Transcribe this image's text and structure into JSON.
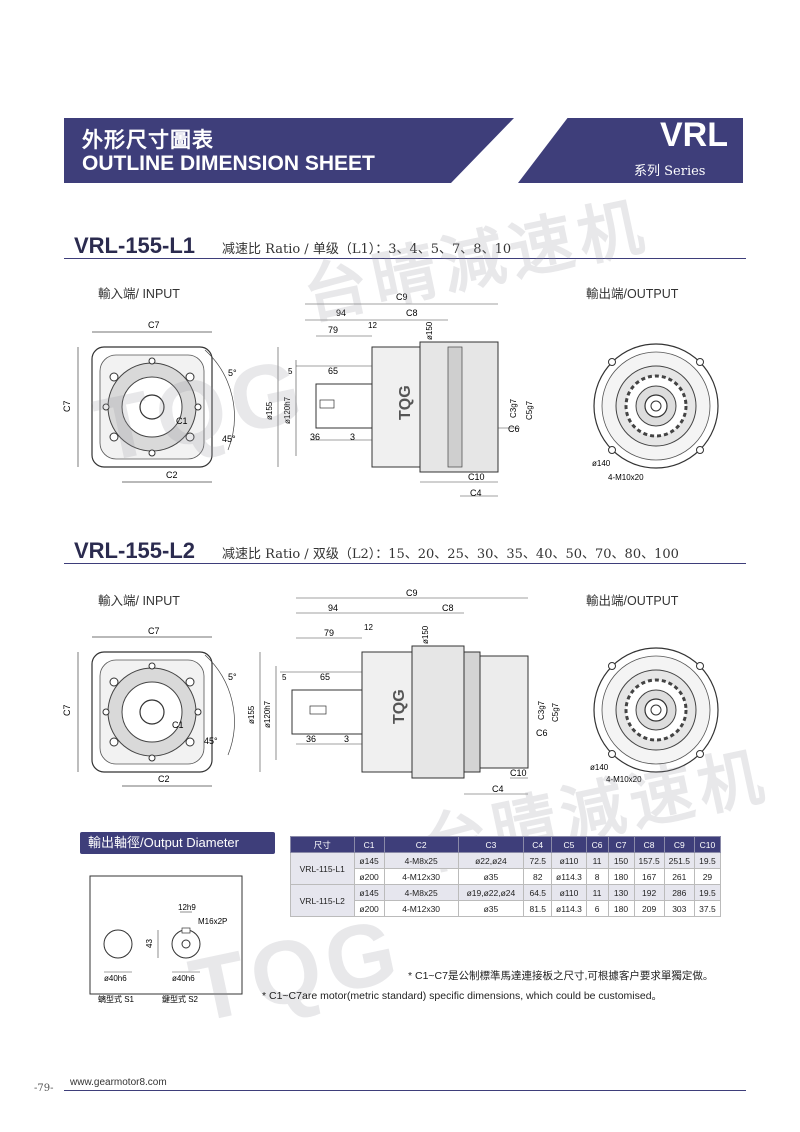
{
  "header": {
    "title_cn": "外形尺寸圖表",
    "title_en": "OUTLINE DIMENSION SHEET",
    "series_code": "VRL",
    "series_label": "系列 Series"
  },
  "sections": [
    {
      "model": "VRL-155-L1",
      "ratio": "减速比 Ratio / 单级（L1）：3、4、5、7、8、10",
      "input_label": "輸入端/ INPUT",
      "output_label": "輸出端/OUTPUT"
    },
    {
      "model": "VRL-155-L2",
      "ratio": "减速比 Ratio / 双级（L2）：15、20、25、30、35、40、50、70、80、100",
      "input_label": "輸入端/ INPUT",
      "output_label": "輸出端/OUTPUT"
    }
  ],
  "dims": {
    "c7": "C7",
    "c1": "C1",
    "c2": "C2",
    "angle": "45°",
    "angle2": "5°",
    "c9": "C9",
    "c8": "C8",
    "d94": "94",
    "d79": "79",
    "d12": "12",
    "d150": "ø150",
    "d5": "5",
    "d65": "65",
    "d155": "ø155",
    "d120": "ø120h7",
    "d36": "36",
    "d3": "3",
    "c3": "C3g7",
    "c5": "C5g7",
    "c6": "C6",
    "c10": "C10",
    "c4": "C4",
    "d140": "ø140",
    "m10": "4-M10x20",
    "brand": "TQG"
  },
  "output_diameter": {
    "tab_label": "輸出軸徑/Output Diameter",
    "d12": "12h9",
    "m16": "M16x2P",
    "d43": "43",
    "d40a": "ø40h6",
    "d40b": "ø40h6",
    "s1_label": "螭型式  S1",
    "s2_label": "鍵型式  S2"
  },
  "spec_table": {
    "headers": [
      "尺寸",
      "C1",
      "C2",
      "C3",
      "C4",
      "C5",
      "C6",
      "C7",
      "C8",
      "C9",
      "C10"
    ],
    "groups": [
      {
        "model": "VRL-115-L1",
        "rows": [
          [
            "ø145",
            "4-M8x25",
            "ø22,ø24",
            "72.5",
            "ø110",
            "11",
            "150",
            "157.5",
            "251.5",
            "19.5"
          ],
          [
            "ø200",
            "4-M12x30",
            "ø35",
            "82",
            "ø114.3",
            "8",
            "180",
            "167",
            "261",
            "29"
          ]
        ]
      },
      {
        "model": "VRL-115-L2",
        "rows": [
          [
            "ø145",
            "4-M8x25",
            "ø19,ø22,ø24",
            "64.5",
            "ø110",
            "11",
            "130",
            "192",
            "286",
            "19.5"
          ],
          [
            "ø200",
            "4-M12x30",
            "ø35",
            "81.5",
            "ø114.3",
            "6",
            "180",
            "209",
            "303",
            "37.5"
          ]
        ]
      }
    ]
  },
  "notes": [
    "* C1~C7是公制標準馬達連接板之尺寸,可根據客户要求單獨定做。",
    "* C1~C7are motor(metric standard) specific dimensions, which could be customised。"
  ],
  "footer": {
    "page": "-79-",
    "url": "www.gearmotor8.com"
  },
  "watermark": {
    "brand": "TQG",
    "text_cn": "台晴減速机"
  },
  "colors": {
    "accent": "#3e3e7a",
    "line": "#444444"
  }
}
